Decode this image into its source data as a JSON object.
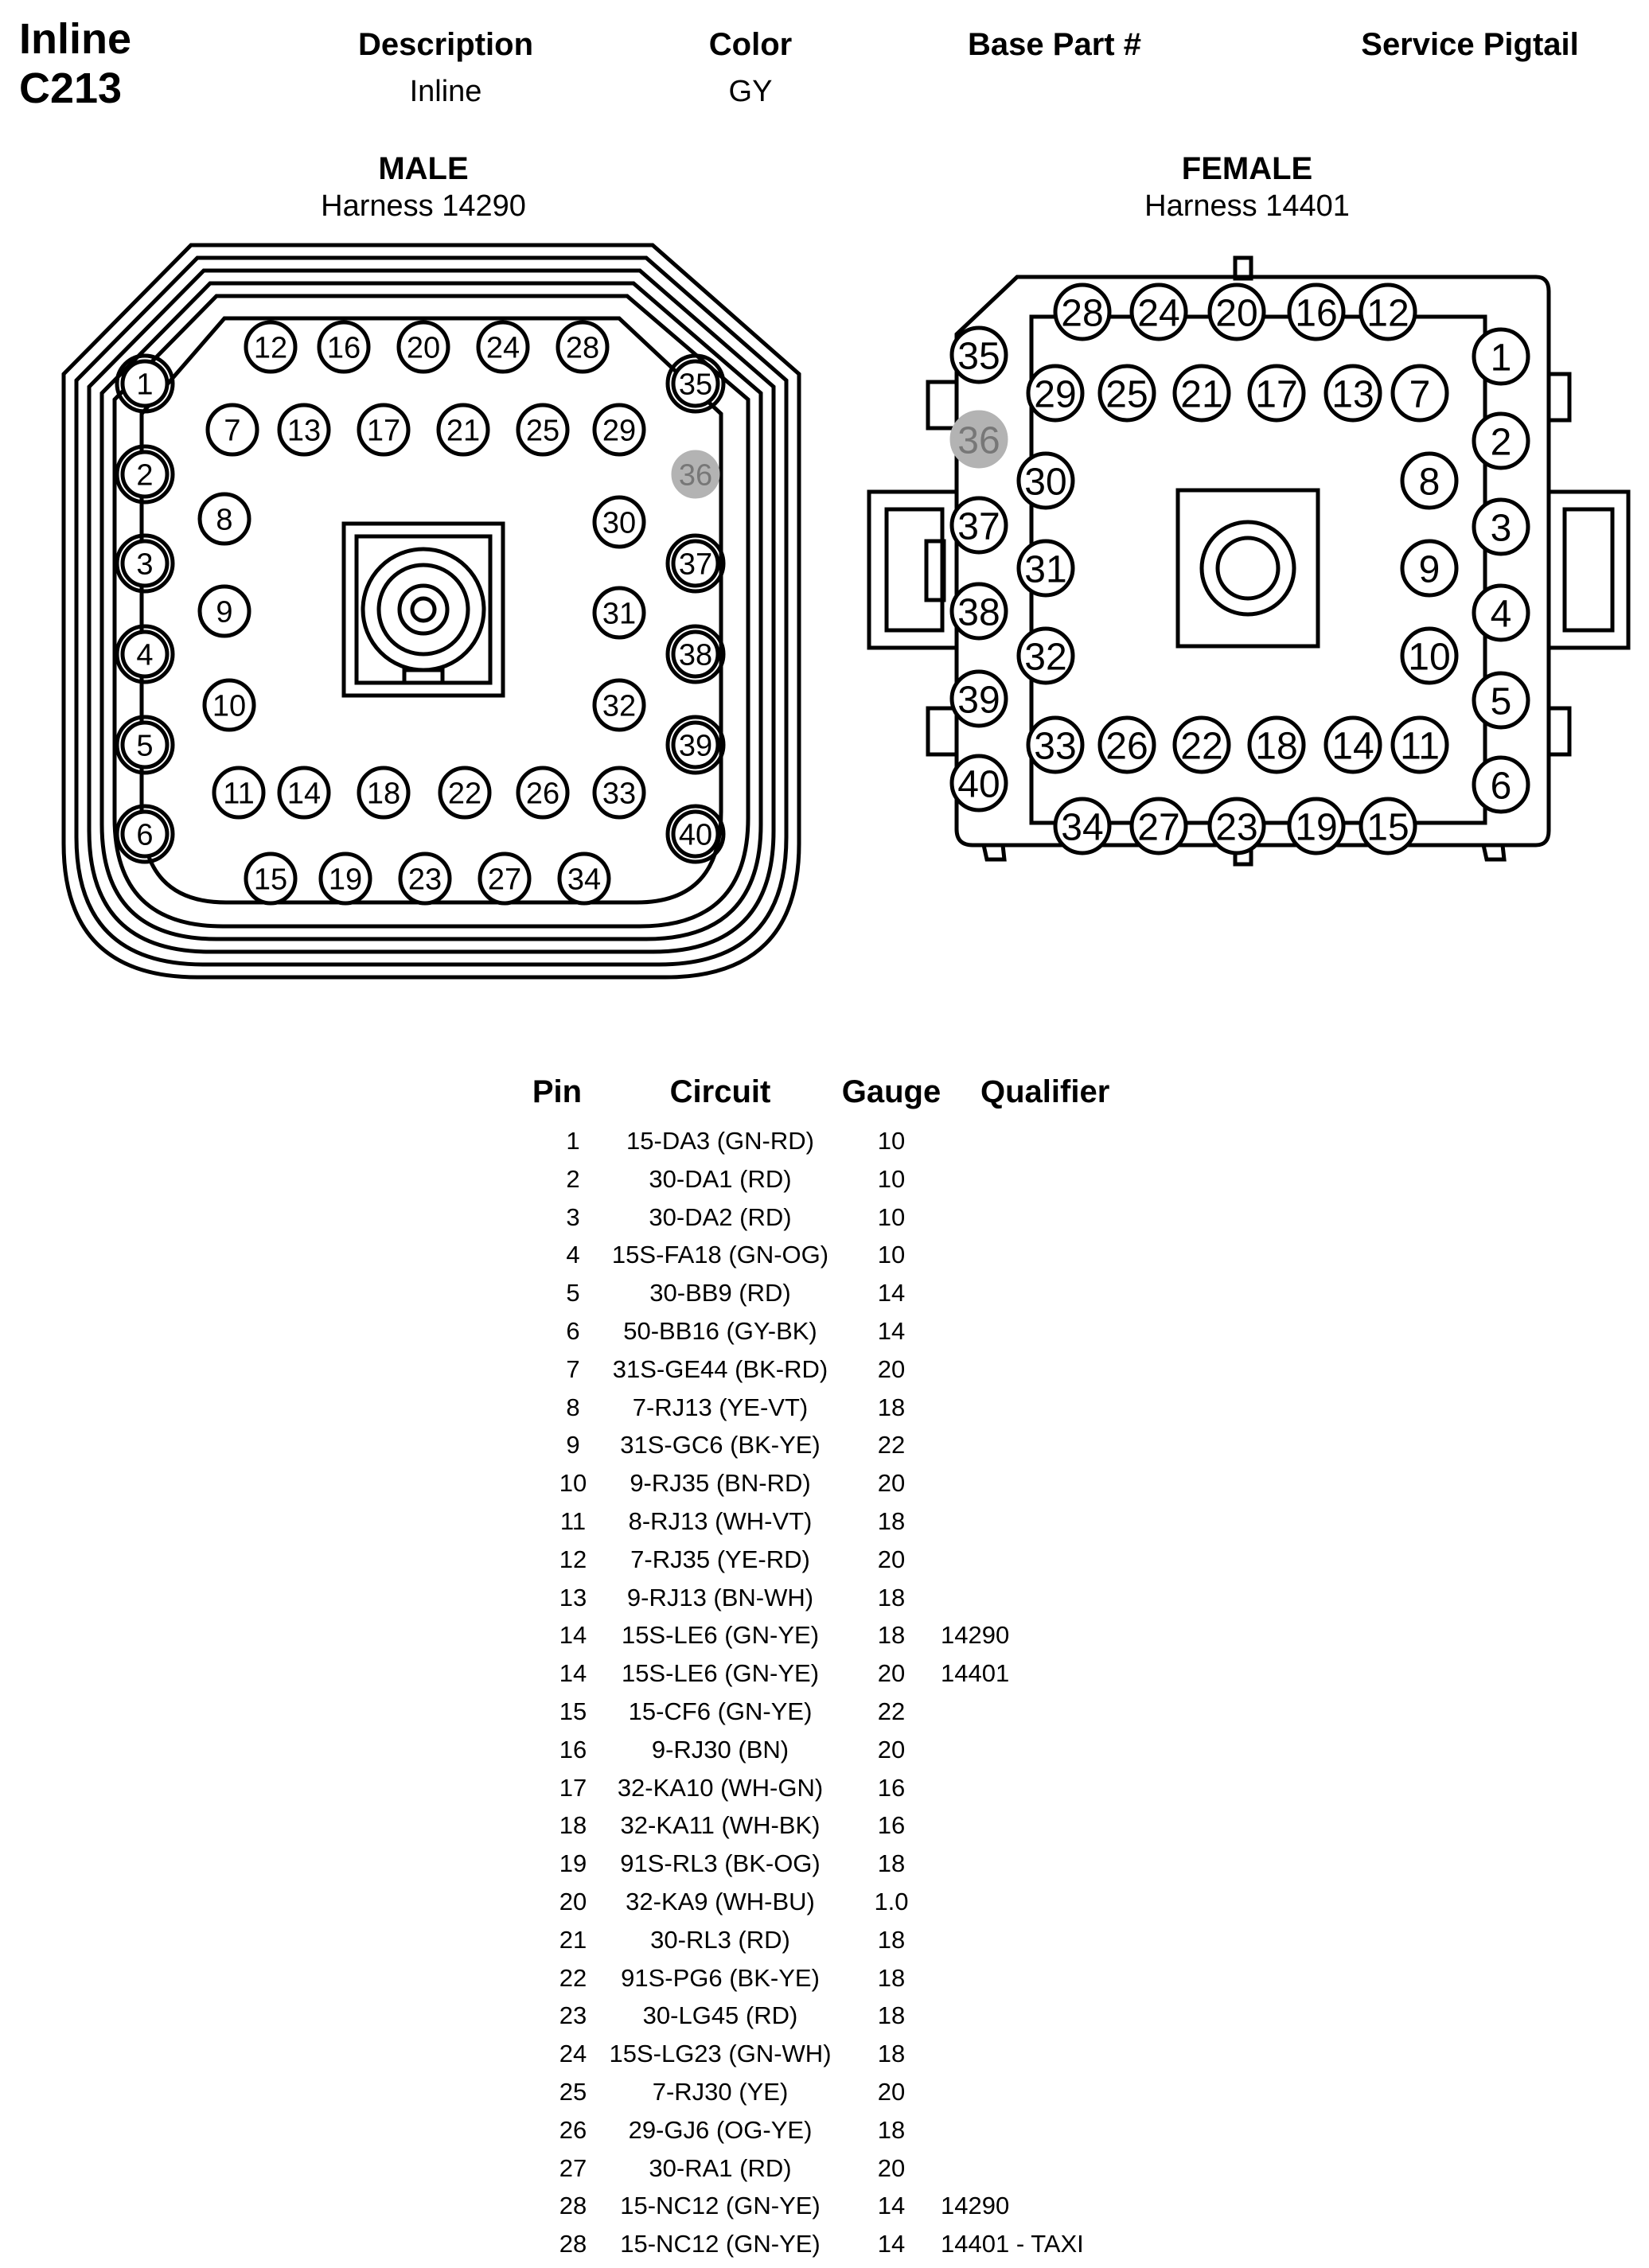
{
  "title": {
    "line1": "Inline",
    "line2": "C213"
  },
  "header": {
    "description_label": "Description",
    "color_label": "Color",
    "base_part_label": "Base Part #",
    "service_pigtail_label": "Service Pigtail",
    "description_value": "Inline",
    "color_value": "GY"
  },
  "male": {
    "title": "MALE",
    "harness": "Harness 14290"
  },
  "female": {
    "title": "FEMALE",
    "harness": "Harness 14401"
  },
  "highlight_pin": "36",
  "colors": {
    "line": "#000000",
    "highlight": "#b3b3b3"
  },
  "table": {
    "headers": {
      "pin": "Pin",
      "circuit": "Circuit",
      "gauge": "Gauge",
      "qualifier": "Qualifier"
    },
    "rows": [
      {
        "pin": "1",
        "circuit": "15-DA3 (GN-RD)",
        "gauge": "10",
        "qualifier": ""
      },
      {
        "pin": "2",
        "circuit": "30-DA1 (RD)",
        "gauge": "10",
        "qualifier": ""
      },
      {
        "pin": "3",
        "circuit": "30-DA2 (RD)",
        "gauge": "10",
        "qualifier": ""
      },
      {
        "pin": "4",
        "circuit": "15S-FA18 (GN-OG)",
        "gauge": "10",
        "qualifier": ""
      },
      {
        "pin": "5",
        "circuit": "30-BB9 (RD)",
        "gauge": "14",
        "qualifier": ""
      },
      {
        "pin": "6",
        "circuit": "50-BB16 (GY-BK)",
        "gauge": "14",
        "qualifier": ""
      },
      {
        "pin": "7",
        "circuit": "31S-GE44 (BK-RD)",
        "gauge": "20",
        "qualifier": ""
      },
      {
        "pin": "8",
        "circuit": "7-RJ13 (YE-VT)",
        "gauge": "18",
        "qualifier": ""
      },
      {
        "pin": "9",
        "circuit": "31S-GC6 (BK-YE)",
        "gauge": "22",
        "qualifier": ""
      },
      {
        "pin": "10",
        "circuit": "9-RJ35 (BN-RD)",
        "gauge": "20",
        "qualifier": ""
      },
      {
        "pin": "11",
        "circuit": "8-RJ13 (WH-VT)",
        "gauge": "18",
        "qualifier": ""
      },
      {
        "pin": "12",
        "circuit": "7-RJ35 (YE-RD)",
        "gauge": "20",
        "qualifier": ""
      },
      {
        "pin": "13",
        "circuit": "9-RJ13 (BN-WH)",
        "gauge": "18",
        "qualifier": ""
      },
      {
        "pin": "14",
        "circuit": "15S-LE6 (GN-YE)",
        "gauge": "18",
        "qualifier": "14290"
      },
      {
        "pin": "14",
        "circuit": "15S-LE6 (GN-YE)",
        "gauge": "20",
        "qualifier": "14401"
      },
      {
        "pin": "15",
        "circuit": "15-CF6 (GN-YE)",
        "gauge": "22",
        "qualifier": ""
      },
      {
        "pin": "16",
        "circuit": "9-RJ30 (BN)",
        "gauge": "20",
        "qualifier": ""
      },
      {
        "pin": "17",
        "circuit": "32-KA10 (WH-GN)",
        "gauge": "16",
        "qualifier": ""
      },
      {
        "pin": "18",
        "circuit": "32-KA11 (WH-BK)",
        "gauge": "16",
        "qualifier": ""
      },
      {
        "pin": "19",
        "circuit": "91S-RL3 (BK-OG)",
        "gauge": "18",
        "qualifier": ""
      },
      {
        "pin": "20",
        "circuit": "32-KA9 (WH-BU)",
        "gauge": "1.0",
        "qualifier": ""
      },
      {
        "pin": "21",
        "circuit": "30-RL3 (RD)",
        "gauge": "18",
        "qualifier": ""
      },
      {
        "pin": "22",
        "circuit": "91S-PG6 (BK-YE)",
        "gauge": "18",
        "qualifier": ""
      },
      {
        "pin": "23",
        "circuit": "30-LG45 (RD)",
        "gauge": "18",
        "qualifier": ""
      },
      {
        "pin": "24",
        "circuit": "15S-LG23 (GN-WH)",
        "gauge": "18",
        "qualifier": ""
      },
      {
        "pin": "25",
        "circuit": "7-RJ30 (YE)",
        "gauge": "20",
        "qualifier": ""
      },
      {
        "pin": "26",
        "circuit": "29-GJ6 (OG-YE)",
        "gauge": "18",
        "qualifier": ""
      },
      {
        "pin": "27",
        "circuit": "30-RA1 (RD)",
        "gauge": "20",
        "qualifier": ""
      },
      {
        "pin": "28",
        "circuit": "15-NC12 (GN-YE)",
        "gauge": "14",
        "qualifier": "14290"
      },
      {
        "pin": "28",
        "circuit": "15-NC12 (GN-YE)",
        "gauge": "14",
        "qualifier": "14401 - TAXI"
      }
    ]
  }
}
